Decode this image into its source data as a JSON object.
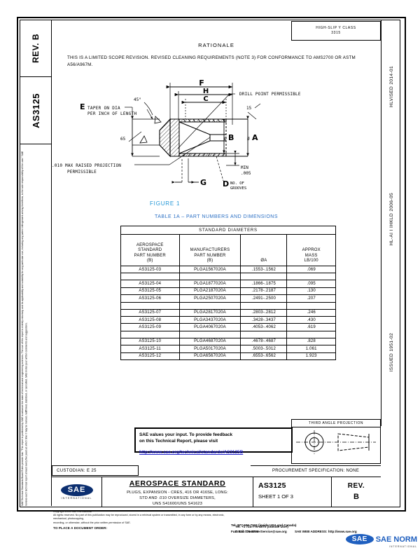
{
  "left_column": {
    "rev_label": "REV.",
    "rev_value": "B",
    "doc_number": "AS3125",
    "legal_text": "SAE Technical Standards Board Rules provide that: \"This report is published by SAE to advance the state of technical and engineering sciences. The use of this report is entirely voluntary, and its applicability and suitability for any particular use, including any patent infringement arising therefrom, is the sole responsibility of the user.\" SAE reviews each technical report at least every five years at which time it may be revised, reaffirmed, stabilized, or cancelled. SAE invites your written comments and suggestions."
  },
  "header": {
    "reference_box_line1": "HIGH-SLIP Y CLASS",
    "reference_box_line2": "3315"
  },
  "rationale": {
    "title": "RATIONALE",
    "body": "THIS IS A LIMITED SCOPE REVISION.  REVISED CLEANING REQUIREMENTS (NOTE 3) FOR CONFORMANCE TO AMS2700 OR ASTM A56/A967M."
  },
  "figure": {
    "caption": "FIGURE 1",
    "labels": {
      "F": "F",
      "H": "H",
      "C": "C",
      "E": "E",
      "A": "A",
      "B": "B",
      "D": "D",
      "G": "G",
      "taper_note_line1": "TAPER ON DIA",
      "taper_note_line2": "PER INCH OF LENGTH",
      "angle_45": "45°",
      "angle_65": "65",
      "angle_15": "15",
      "drill_point": "DRILL POINT PERMISSIBLE",
      "projection_note_line1": ".010 MAX RAISED PROJECTION",
      "projection_note_line2": "PERMISSIBLE",
      "min_dim_line1": "MIN",
      "min_dim_line2": ".005",
      "grooves_line1": "NO. OF",
      "grooves_line2": "GROOVES"
    }
  },
  "table": {
    "title": "TABLE 1A – PART NUMBERS AND DIMENSIONS",
    "span_header": "STANDARD DIAMETERS",
    "columns": [
      {
        "line1": "AEROSPACE",
        "line2": "STANDARD",
        "line3": "PART NUMBER",
        "line4": "(B)"
      },
      {
        "line1": "MANUFACTURERS",
        "line2": "PART NUMBER",
        "line3": "(B)",
        "line4": ""
      },
      {
        "line1": "",
        "line2": "",
        "line3": "ØA",
        "line4": ""
      },
      {
        "line1": "APPROX",
        "line2": "MASS",
        "line3": "LB/100",
        "line4": ""
      }
    ],
    "groups": [
      {
        "rows": [
          {
            "aerospace": "AS3125-03",
            "manufacturer": "PLGA1567020A",
            "dia": ".1553-.1562",
            "mass": ".069"
          }
        ]
      },
      {
        "rows": [
          {
            "aerospace": "AS3125-04",
            "manufacturer": "PLGA1877020A",
            "dia": ".1866-.1875",
            "mass": ".095"
          },
          {
            "aerospace": "AS3125-05",
            "manufacturer": "PLGA2187020A",
            "dia": ".2178-.2187",
            "mass": ".130"
          },
          {
            "aerospace": "AS3125-06",
            "manufacturer": "PLGA2507020A",
            "dia": ".2491-.2500",
            "mass": ".207"
          }
        ]
      },
      {
        "rows": [
          {
            "aerospace": "AS3125-07",
            "manufacturer": "PLGA2817020A",
            "dia": ".2803-.2812",
            "mass": ".246"
          },
          {
            "aerospace": "AS3125-08",
            "manufacturer": "PLGA3437020A",
            "dia": ".3428-.3437",
            "mass": ".430"
          },
          {
            "aerospace": "AS3125-09",
            "manufacturer": "PLGA4067020A",
            "dia": ".4053-.4062",
            "mass": ".619"
          }
        ]
      },
      {
        "rows": [
          {
            "aerospace": "AS3125-10",
            "manufacturer": "PLGA4687020A",
            "dia": ".4678-.4687",
            "mass": ".828"
          },
          {
            "aerospace": "AS3125-11",
            "manufacturer": "PLGA5017020A",
            "dia": ".5003-.5012",
            "mass": "1.061"
          },
          {
            "aerospace": "AS3125-12",
            "manufacturer": "PLGA6567020A",
            "dia": ".6553-.6562",
            "mass": "1.923"
          }
        ]
      }
    ]
  },
  "feedback": {
    "line1": "SAE values your input. To provide feedback",
    "line2": "on this Technical Report, please visit",
    "link": "http://www.sae.org/technical/standards/AS3125B"
  },
  "third_angle": {
    "title": "THIRD ANGLE PROJECTION"
  },
  "custodian": {
    "label": "CUSTODIAN: E 25",
    "procurement": "PROCUREMENT SPECIFICATION: NONE"
  },
  "title_block": {
    "heading": "AEROSPACE STANDARD",
    "desc_line1": "PLUGS, EXPANSION - CRES, 416 OR 416SE, LONG:",
    "desc_line2": "STD AND .010 OVERSIZE DIAMETERS,",
    "desc_line3": "UNS S41600/UNS S41623",
    "number": "AS3125",
    "sheet": "SHEET 1 OF 3",
    "rev_label": "REV.",
    "rev_value": "B",
    "logo_text": "SAE",
    "logo_sub": "INTERNATIONAL"
  },
  "right_column": {
    "entries": [
      "HLVISED 2014-01",
      "HL-AI I IHKLD 2006-05",
      "ISSUED 1951-02"
    ]
  },
  "footer": {
    "copyright": "Copyright 2014 SAE International",
    "rights_line1": "All rights reserved. No part of this publication may be reproduced, stored in a retrieval system or transmitted, in any form or by any means, electronic, mechanical, photocopying,",
    "rights_line2": "recording, or otherwise, without the prior written permission of SAE.",
    "order_label": "TO PLACE A DOCUMENT ORDER:",
    "tel_usa": "Tel:  877-606-7323 (inside USA and Canada)",
    "fax": "Fax:  724-776-0790",
    "tel_outside": "Tel:  +1 724-776-4970 (outside USA)",
    "email": "Email:  CustomerService@sae.org",
    "web_label": "SAE WEB ADDRESS:",
    "web_url": "http://www.sae.org",
    "mark_sae": "SAE",
    "mark_norm": "SAE NORM",
    "mark_sub": "INTERNATIONAL"
  }
}
